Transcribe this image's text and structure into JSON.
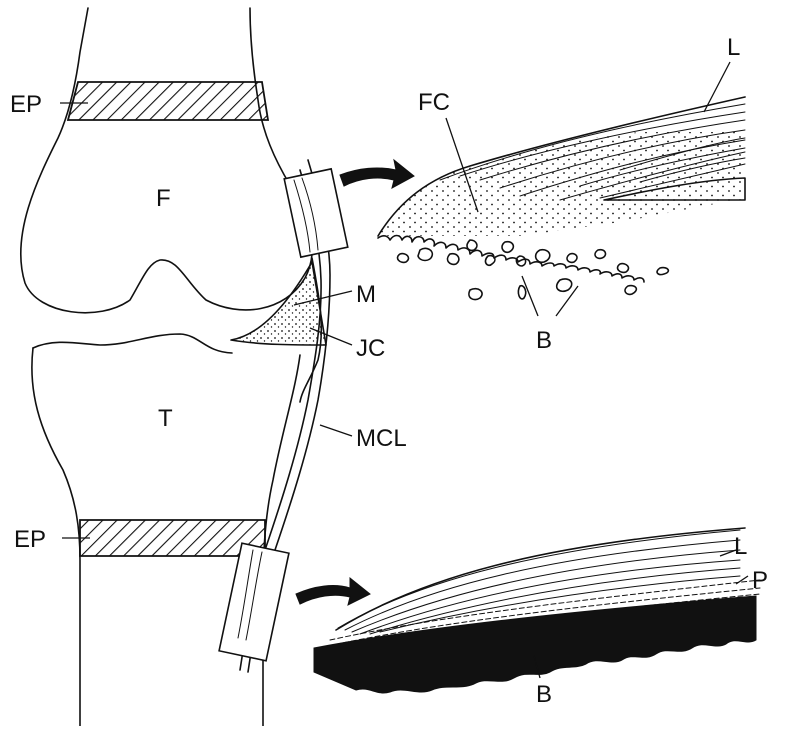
{
  "labels": {
    "ep_top": "EP",
    "femur": "F",
    "meniscus": "M",
    "joint_capsule": "JC",
    "tibia": "T",
    "mcl": "MCL",
    "ep_bottom": "EP",
    "fc": "FC",
    "ligament_top": "L",
    "bone_top": "B",
    "ligament_bottom": "L",
    "periosteum": "P",
    "bone_bottom": "B"
  }
}
